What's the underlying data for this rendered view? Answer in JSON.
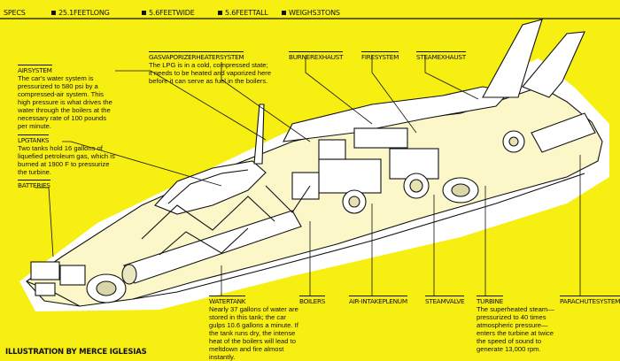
{
  "specs": [
    "SPECS",
    "25.1FEETLONG",
    "5.6FEETWIDE",
    "5.6FEETTALL",
    "WEIGHS3TONS"
  ],
  "callouts": {
    "airsystem": {
      "title": "AIRSYSTEM",
      "text": "The car's water system is pressurized to 580 psi by a compressed-air system. This high pressure is what drives the water through the boilers at the necessary rate of 100 pounds per minute."
    },
    "lpgtanks": {
      "title": "LPGTANKS",
      "text": "Two tanks hold 16 gallons of liquefied petroleum gas, which is burned at 1900 F to pressurize the turbine."
    },
    "batteries": {
      "title": "BATTERIES"
    },
    "gasvaporizer": {
      "title": "GASVAPORIZERHEATERSYSTEM",
      "text": "The LPG is in a cold, compressed state; it needs to be heated and vaporized here before it can serve as fuel in the boilers."
    },
    "burnerexhaust": {
      "title": "BURNEREXHAUST"
    },
    "firesystem": {
      "title": "FIRESYSTEM"
    },
    "steamexhaust": {
      "title": "STEAMEXHAUST"
    },
    "watertank": {
      "title": "WATERTANK",
      "text": "Nearly 37 gallons of water are stored in this tank; the car gulps 10.6 gallons a minute. If the tank runs dry, the intense heat of the boilers will lead to meltdown and fire almost instantly."
    },
    "boilers": {
      "title": "BOILERS"
    },
    "airintake": {
      "title": "AIR-INTAKEPLENUM"
    },
    "steamvalve": {
      "title": "STEAMVALVE"
    },
    "turbine": {
      "title": "TURBINE",
      "text": "The superheated steam—pressurized to 40 times atmospheric pressure—enters the turbine at twice the speed of sound to generate 13,000 rpm."
    },
    "parachute": {
      "title": "PARACHUTESYSTEM"
    }
  },
  "credit": "ILLUSTRATION BY MERCE IGLESIAS",
  "colors": {
    "background": "#f7ee12",
    "ink": "#111111",
    "body": "#fbf7c8"
  }
}
